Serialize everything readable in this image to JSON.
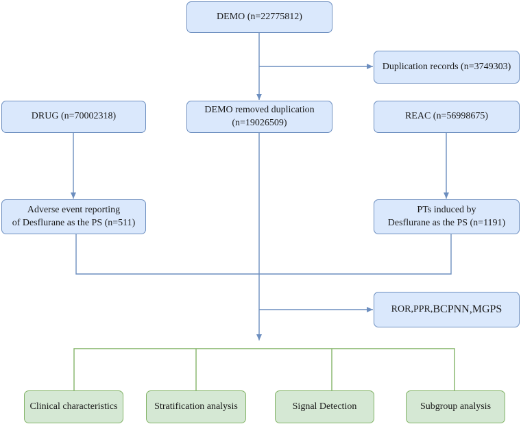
{
  "nodes": {
    "demo": [
      "DEMO (n=22775812)"
    ],
    "duplication": [
      "Duplication records (n=3749303)"
    ],
    "drug": [
      "DRUG (n=70002318)"
    ],
    "demo_removed": [
      "DEMO removed duplication",
      "(n=19026509)"
    ],
    "reac": [
      "REAC (n=56998675)"
    ],
    "adverse": [
      "Adverse event reporting",
      "of Desflurane as the PS (n=511)"
    ],
    "pts": [
      "PTs induced by",
      "Desflurane as the PS (n=1191)"
    ],
    "methods": {
      "small": "ROR,PPR,",
      "big": "BCPNN,MGPS"
    },
    "clinical": [
      "Clinical characteristics"
    ],
    "stratification": [
      "Stratification analysis"
    ],
    "signal": [
      "Signal Detection"
    ],
    "subgroup": [
      "Subgroup analysis"
    ]
  },
  "colors": {
    "blue_fill": "#dae8fc",
    "blue_stroke": "#6c8ebf",
    "green_fill": "#d5e8d4",
    "green_stroke": "#82b366"
  }
}
